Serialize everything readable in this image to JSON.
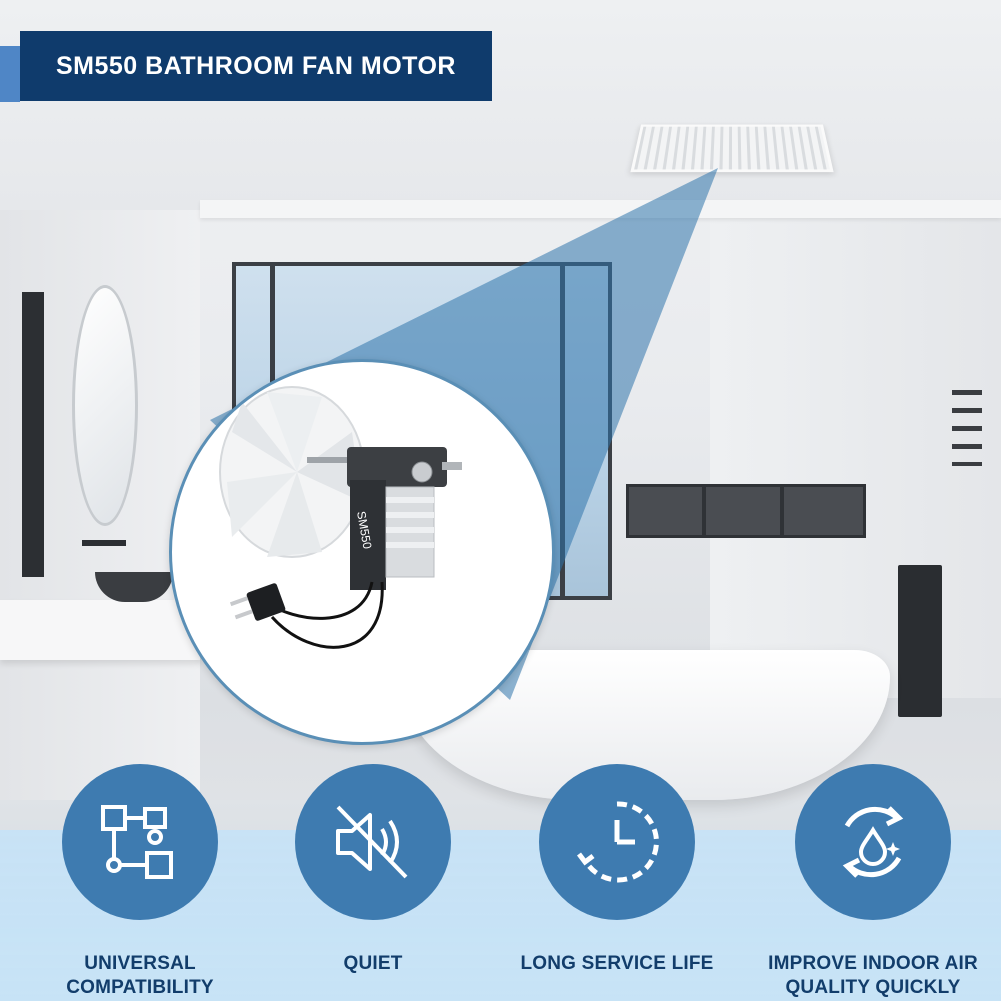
{
  "banner": {
    "title": "SM550 BATHROOM FAN MOTOR"
  },
  "product": {
    "motor_label": "SM550"
  },
  "features": [
    {
      "icon": "flowchart-icon",
      "label_line1": "UNIVERSAL",
      "label_line2": "COMPATIBILITY"
    },
    {
      "icon": "mute-speaker-icon",
      "label_line1": "QUIET",
      "label_line2": ""
    },
    {
      "icon": "clock-refresh-icon",
      "label_line1": "LONG SERVICE LIFE",
      "label_line2": ""
    },
    {
      "icon": "water-drop-cycle-icon",
      "label_line1": "IMPROVE INDOOR AIR",
      "label_line2": "QUALITY QUICKLY"
    }
  ],
  "colors": {
    "banner": "#0f3b6c",
    "accent": "#4f86c6",
    "badge": "#3e7bb0",
    "label_text": "#123d6b",
    "bottom_band": "#c7e3f6"
  }
}
